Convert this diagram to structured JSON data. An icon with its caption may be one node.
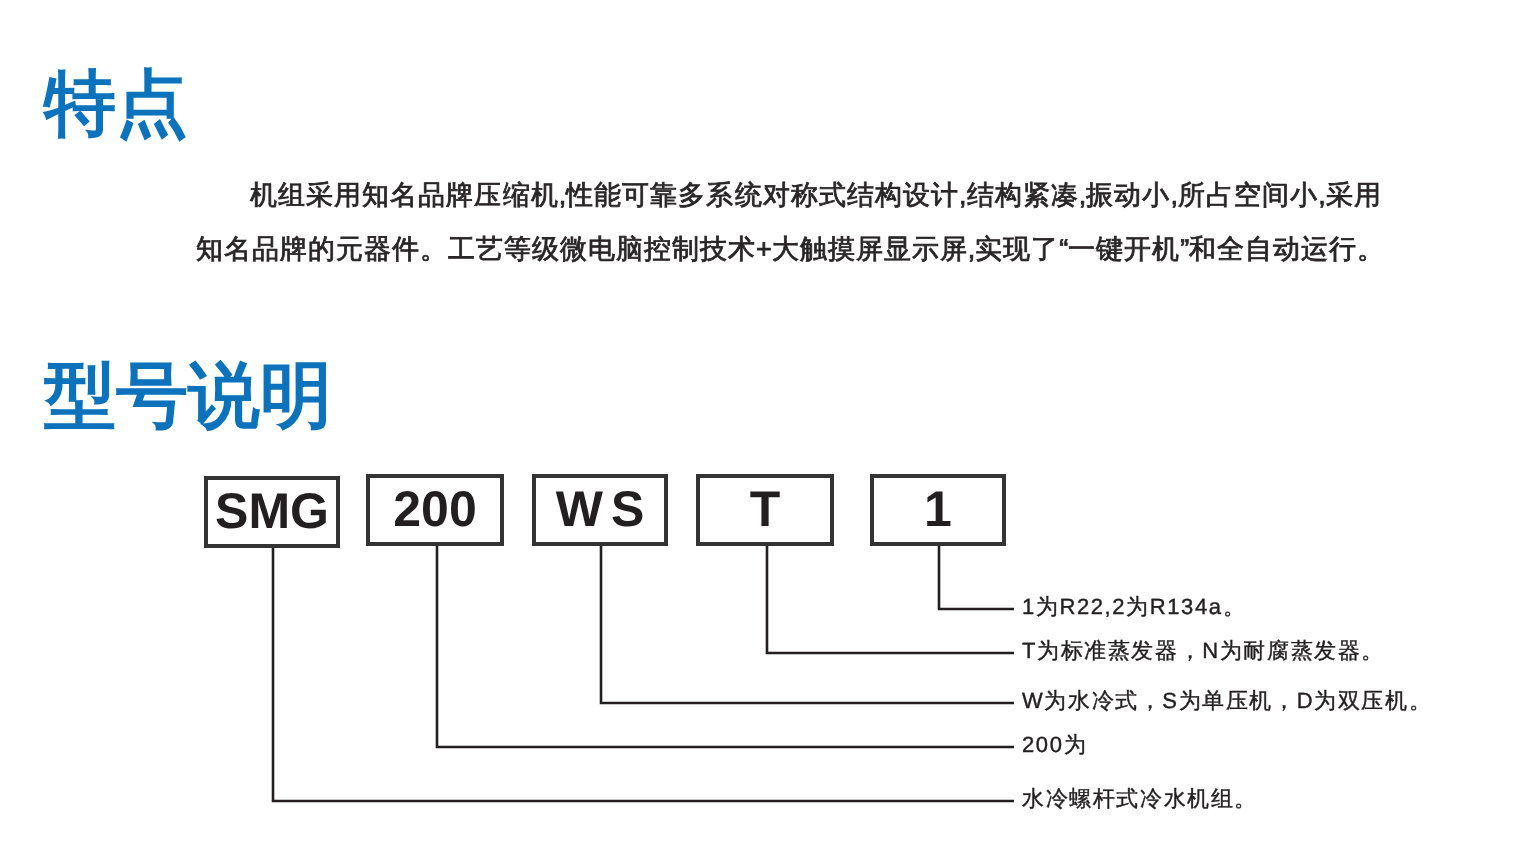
{
  "diagram": {
    "nodes": [
      {
        "text": [
          "SMG"
        ]
      },
      {
        "text": [
          "200"
        ]
      },
      {
        "text": [
          "WS"
        ]
      },
      {
        "text": [
          "T"
        ]
      },
      {
        "text": [
          "1"
        ]
      },
      {
        "text": [
          "1为R22,2为R134a。"
        ]
      },
      {
        "text": [
          "T为标准蒸发器，N为耐腐蒸发器。"
        ]
      },
      {
        "text": [
          "W为水冷式，S为单压机，D为双压机。"
        ]
      },
      {
        "text": [
          "200为"
        ]
      },
      {
        "text": [
          "水冷螺杆式冷水机组。"
        ]
      }
    ],
    "edges": [
      {
        "from": 4,
        "to": 5,
        "arrow": "none"
      },
      {
        "from": 3,
        "to": 6,
        "arrow": "none"
      },
      {
        "from": 2,
        "to": 7,
        "arrow": "none"
      },
      {
        "from": 1,
        "to": 8,
        "arrow": "none"
      },
      {
        "from": 0,
        "to": 9,
        "arrow": "none"
      }
    ],
    "labels": [
      "特点",
      "机组采用知名品牌压缩机,性能可靠多系统对称式结构设计,结构紧凑,振动小,所占空间小,采用知名品牌的元器件。工艺等级微电脑控制技术+大触摸屏显示屏,实现了“一键开机”和全自动运行。",
      "型号说明"
    ]
  }
}
